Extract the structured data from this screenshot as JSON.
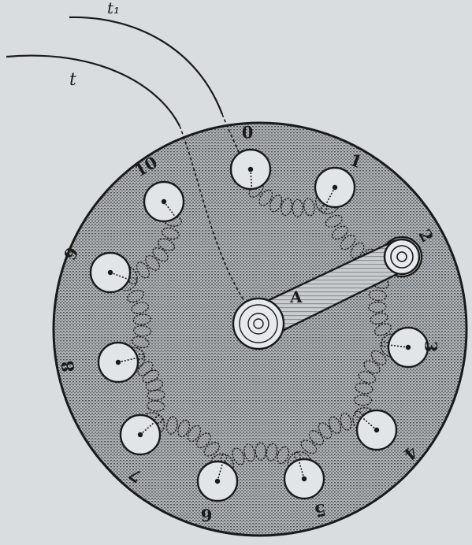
{
  "wire_labels": [
    "t₁",
    "t"
  ],
  "contact_numbers": [
    "0",
    "1",
    "2",
    "3",
    "4",
    "5",
    "6",
    "7",
    "8",
    "9",
    "10"
  ],
  "arm_label": "A",
  "colors": {
    "paper": "#d9dde0",
    "dial": "#a3a8ab",
    "ink": "#1a1a1a",
    "stud": "#e2e5e7"
  }
}
